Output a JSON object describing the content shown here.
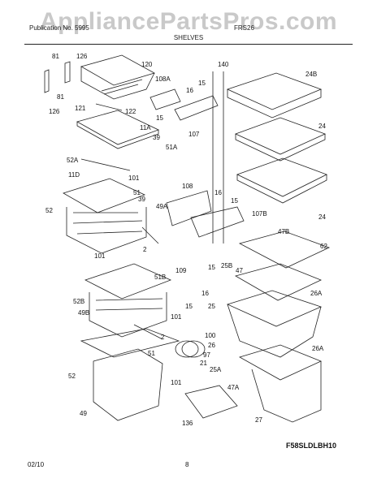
{
  "watermark": "AppliancePartsPros.com",
  "header": {
    "left_text": "Publication No. 5995",
    "right_text": "FRS26",
    "section_title": "SHELVES"
  },
  "diagram_code": "F58SLDLBH10",
  "footer": {
    "date": "02/10",
    "page": "8"
  },
  "part_labels": [
    "81",
    "126",
    "120",
    "81",
    "126",
    "108A",
    "15",
    "16",
    "140",
    "24B",
    "121",
    "122",
    "15",
    "107",
    "11A",
    "39",
    "51A",
    "24",
    "52A",
    "101",
    "11D",
    "51",
    "39",
    "108",
    "16",
    "15",
    "49A",
    "52",
    "107B",
    "24",
    "2",
    "47B",
    "62",
    "101",
    "109",
    "15",
    "25B",
    "51B",
    "47",
    "52B",
    "16",
    "26A",
    "49B",
    "15",
    "25",
    "101",
    "2",
    "100",
    "26",
    "51",
    "97",
    "21",
    "26A",
    "52",
    "25A",
    "47A",
    "101",
    "49",
    "136",
    "27"
  ]
}
